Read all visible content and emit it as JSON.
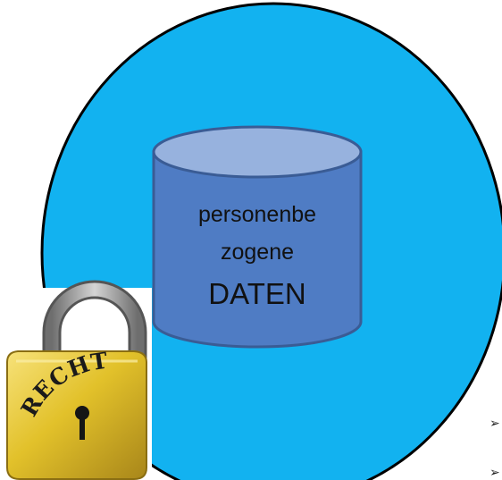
{
  "colors": {
    "circle_fill": "#12B2F0",
    "circle_stroke": "#000000",
    "cylinder_fill": "#4F7CC4",
    "cylinder_top": "#97B2DE",
    "cylinder_stroke": "#3A5C95",
    "lock_gold": "#E2C12A",
    "lock_shackle": "#9B9B9B",
    "text": "#111111"
  },
  "cylinder": {
    "label_line1": "personenbe",
    "label_line2": "zogene",
    "label_line3": "DATEN"
  },
  "lock": {
    "label": "RECHT",
    "icon": "padlock-icon"
  },
  "bullets": {
    "symbol": "➢",
    "count": 2
  }
}
